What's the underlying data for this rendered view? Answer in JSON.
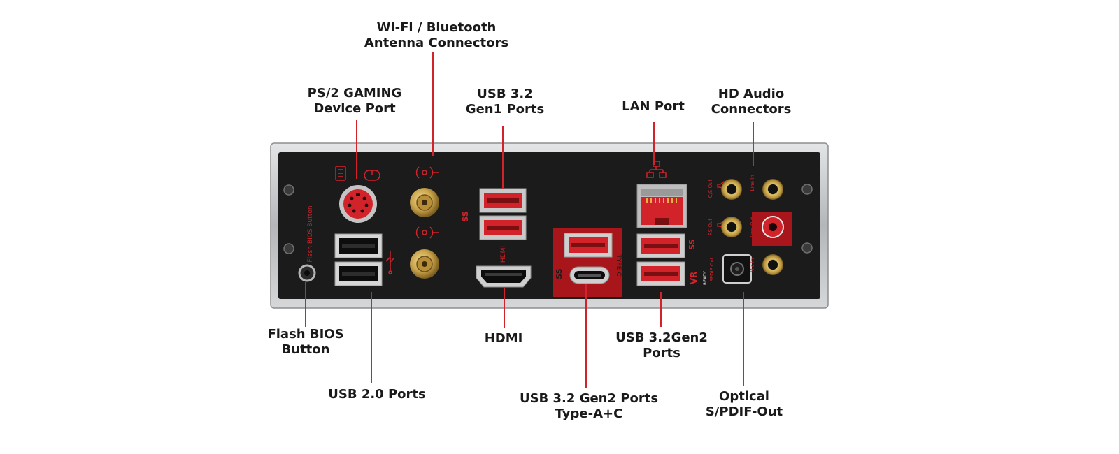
{
  "callouts": {
    "wifi_bluetooth": [
      "Wi-Fi / Bluetooth",
      "Antenna Connectors"
    ],
    "ps2": [
      "PS/2 GAMING",
      "Device Port"
    ],
    "usb32_gen1": [
      "USB 3.2",
      "Gen1 Ports"
    ],
    "lan": [
      "LAN Port"
    ],
    "hd_audio": [
      "HD Audio",
      "Connectors"
    ],
    "flash_bios": [
      "Flash BIOS",
      "Button"
    ],
    "usb20": [
      "USB 2.0 Ports"
    ],
    "hdmi": [
      "HDMI"
    ],
    "usb32_gen2_right": [
      "USB 3.2Gen2",
      "Ports"
    ],
    "usb32_gen2_typeac": [
      "USB 3.2 Gen2 Ports",
      "Type-A+C"
    ],
    "optical": [
      "Optical",
      "S/PDIF-Out"
    ]
  },
  "panel_markings": {
    "flash_bios_button": "Flash BIOS Button",
    "hdmi": "HDMI",
    "type_c": "TYPE C",
    "vr_ready": "VR",
    "vr_ready_sub": "READY",
    "spdif_out": "SPDIF Out",
    "audio_center": "C/S Out",
    "audio_line_in": "Line In",
    "audio_rs_out": "RS Out",
    "audio_line_out": "Line Out",
    "audio_mic_in": "Mic In"
  },
  "colors": {
    "accent_red": "#d2232a",
    "panel_black": "#1b1b1c",
    "bezel_silver": "#c9cacc",
    "gold": "#c9a34a"
  }
}
